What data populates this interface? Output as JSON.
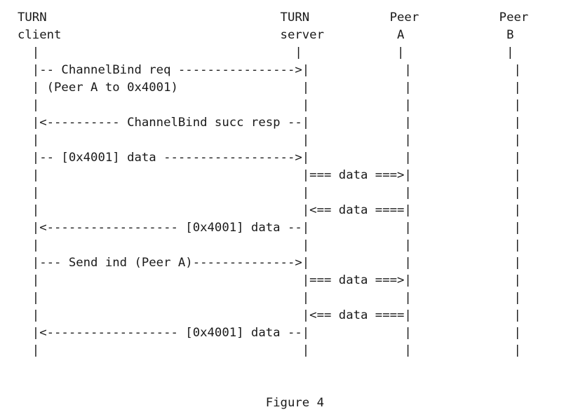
{
  "diagram": {
    "lines": [
      "TURN                                TURN           Peer           Peer",
      "client                              server          A              B",
      "  |                                   |             |              |",
      "  |-- ChannelBind req ---------------->|             |              |",
      "  | (Peer A to 0x4001)                 |             |              |",
      "  |                                    |             |              |",
      "  |<---------- ChannelBind succ resp --|             |              |",
      "  |                                    |             |              |",
      "  |-- [0x4001] data ------------------>|             |              |",
      "  |                                    |=== data ===>|              |",
      "  |                                    |             |              |",
      "  |                                    |<== data ====|              |",
      "  |<------------------ [0x4001] data --|             |              |",
      "  |                                    |             |              |",
      "  |--- Send ind (Peer A)-------------->|             |              |",
      "  |                                    |=== data ===>|              |",
      "  |                                    |             |              |",
      "  |                                    |<== data ====|              |",
      "  |<------------------ [0x4001] data --|             |              |",
      "  |                                    |             |              |",
      "",
      "",
      "                                  Figure 4"
    ]
  }
}
